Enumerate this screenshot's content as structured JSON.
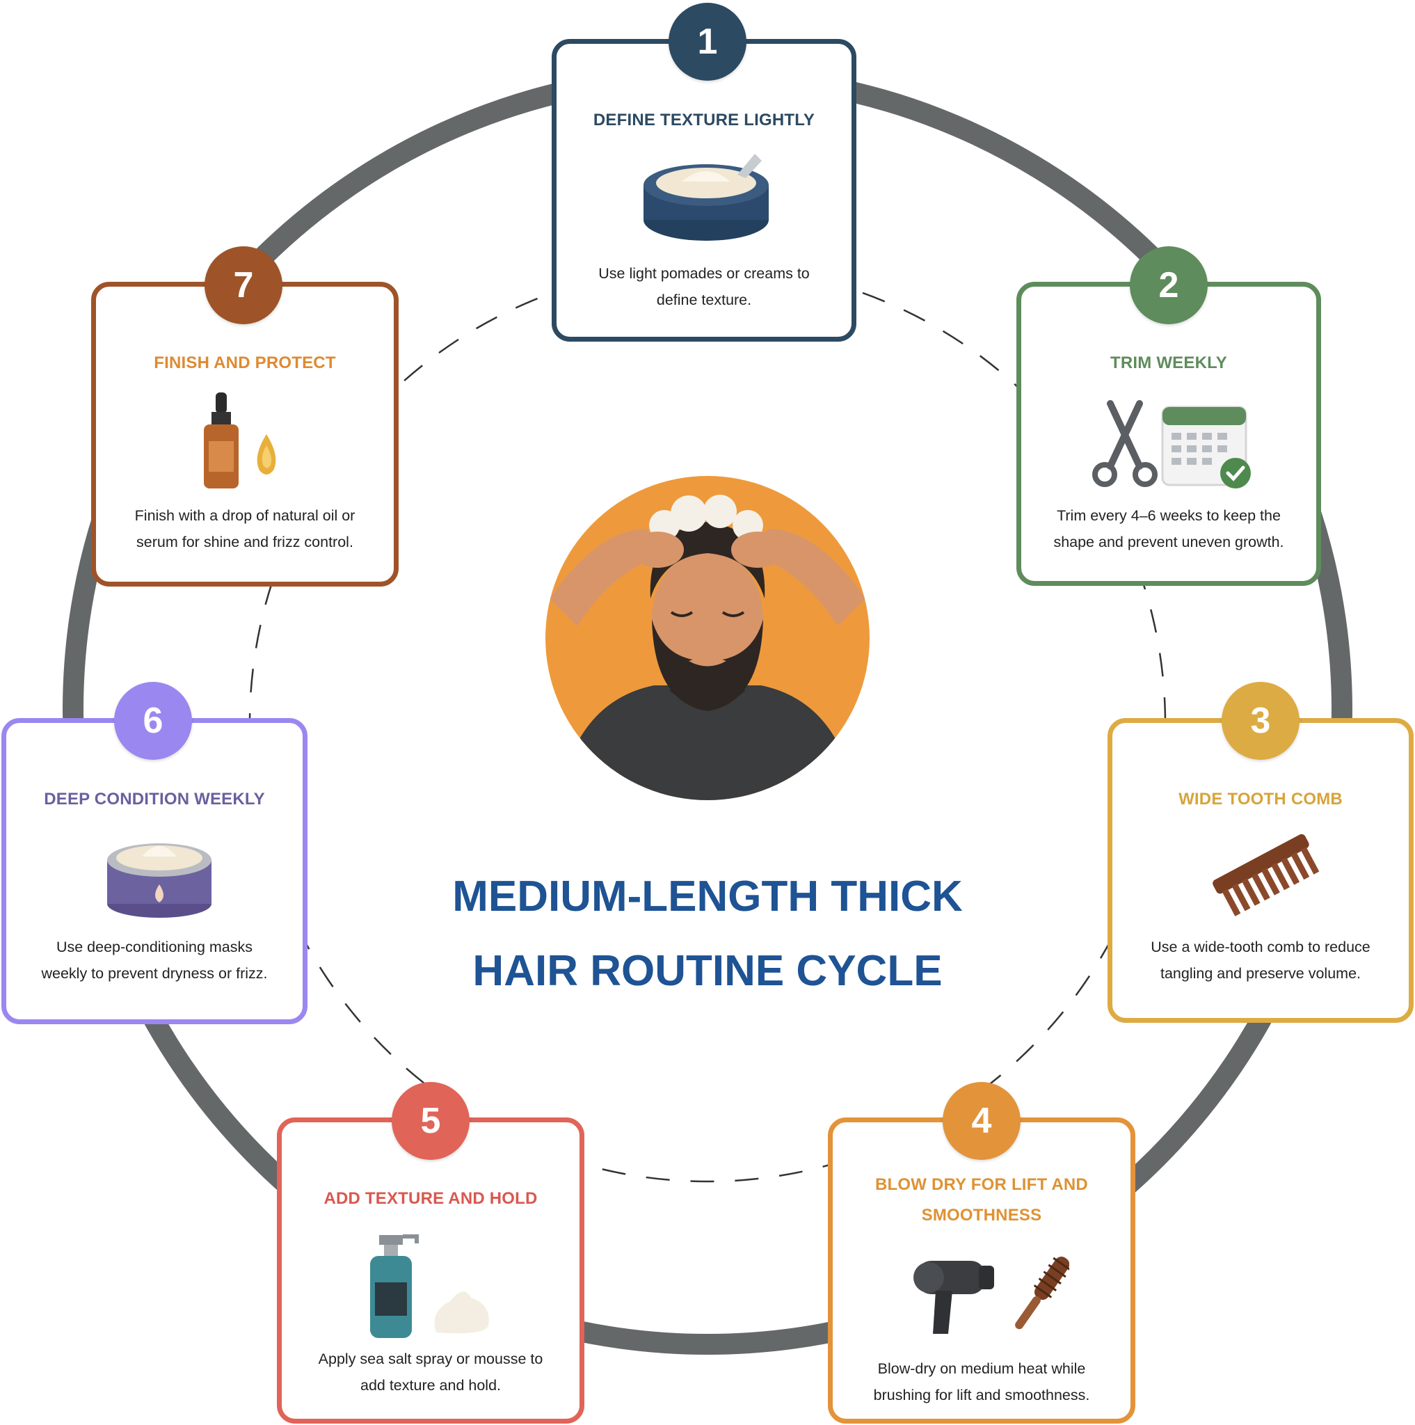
{
  "title": {
    "line1": "MEDIUM-LENGTH THICK",
    "line2": "HAIR ROUTINE CYCLE"
  },
  "center_image": "man-washing-hair-illustration",
  "ring_color": "#656869",
  "steps": [
    {
      "number": "1",
      "title": "DEFINE TEXTURE LIGHTLY",
      "title2": "",
      "desc1": "Use light pomades or creams to",
      "desc2": "define texture.",
      "color": "#2c4a62",
      "title_color": "#2c4a62",
      "icon": "pomade-jar-icon"
    },
    {
      "number": "2",
      "title": "TRIM WEEKLY",
      "title2": "",
      "desc1": "Trim every 4–6 weeks to keep the",
      "desc2": "shape and prevent uneven growth.",
      "color": "#5e8c5c",
      "title_color": "#5e8c5c",
      "icon": "scissors-and-calendar-icon"
    },
    {
      "number": "3",
      "title": "WIDE TOOTH COMB",
      "title2": "",
      "desc1": "Use a wide-tooth comb to reduce",
      "desc2": "tangling and preserve volume.",
      "color": "#ddab43",
      "title_color": "#d6a43b",
      "icon": "wide-tooth-comb-icon"
    },
    {
      "number": "4",
      "title": "BLOW DRY FOR LIFT AND",
      "title2": "SMOOTHNESS",
      "desc1": "Blow-dry on medium heat while",
      "desc2": "brushing for lift and smoothness.",
      "color": "#e3933a",
      "title_color": "#de9233",
      "icon": "hair-dryer-and-brush-icon"
    },
    {
      "number": "5",
      "title": "ADD TEXTURE AND HOLD",
      "title2": "",
      "desc1": "Apply sea salt spray or mousse to",
      "desc2": "add texture and hold.",
      "color": "#e06458",
      "title_color": "#d9584f",
      "icon": "spray-bottle-and-mousse-icon"
    },
    {
      "number": "6",
      "title": "DEEP CONDITION WEEKLY",
      "title2": "",
      "desc1": "Use deep-conditioning masks",
      "desc2": "weekly to prevent dryness or frizz.",
      "color": "#9b87f0",
      "title_color": "#6b5f9e",
      "icon": "conditioning-mask-jar-icon"
    },
    {
      "number": "7",
      "title": "FINISH AND PROTECT",
      "title2": "",
      "desc1": "Finish with a drop of natural oil or",
      "desc2": "serum for shine and frizz control.",
      "color": "#9e5428",
      "title_color": "#de8a32",
      "icon": "oil-dropper-bottle-icon"
    }
  ]
}
